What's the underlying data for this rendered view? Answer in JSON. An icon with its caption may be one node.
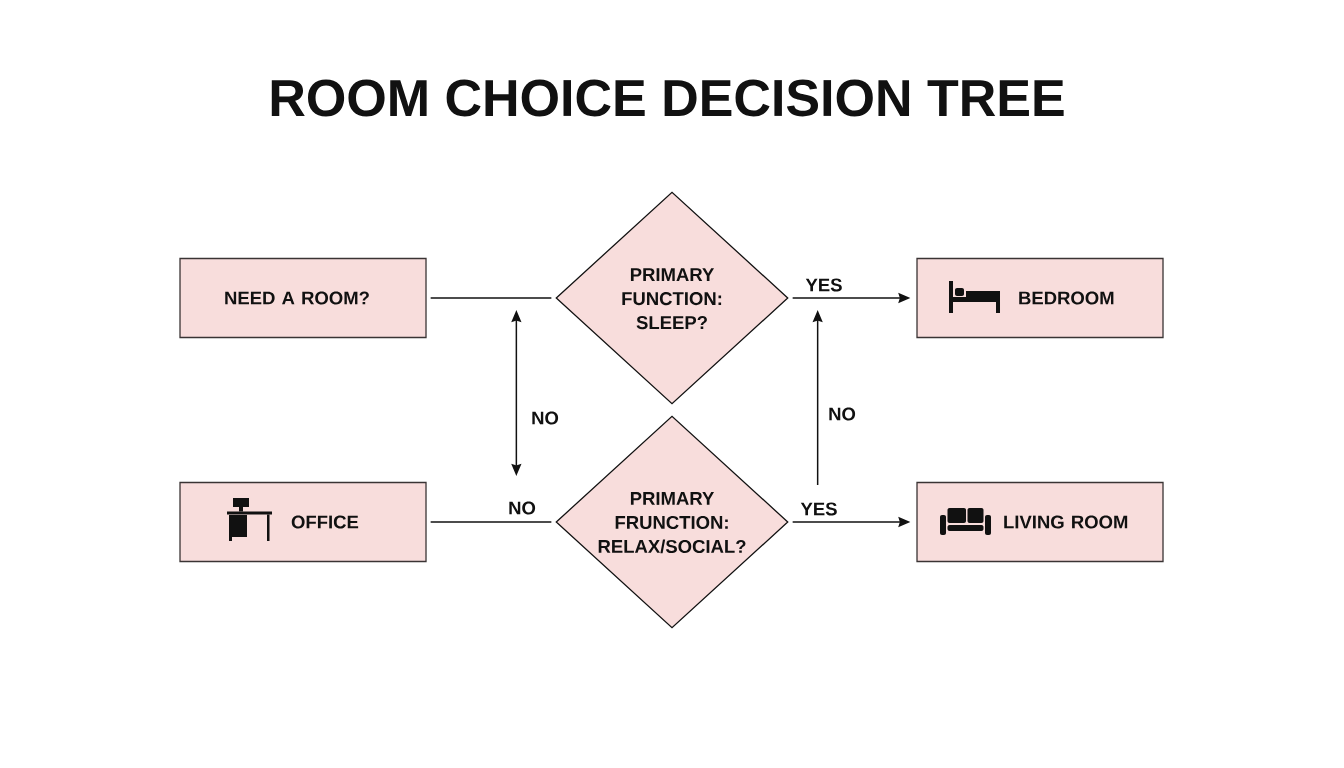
{
  "diagram": {
    "title": "ROOM CHOICE DECISION TREE",
    "nodes": [
      {
        "text": [
          "NEED A ROOM?"
        ]
      },
      {
        "text": [
          "PRIMARY FUNCTION: SLEEP?"
        ]
      },
      {
        "text": [
          "BEDROOM"
        ]
      },
      {
        "text": [
          "OFFICE"
        ]
      },
      {
        "text": [
          "PRIMARY FRUNCTION: RELAX/SOCIAL?"
        ]
      },
      {
        "text": [
          "LIVING ROOM"
        ]
      }
    ],
    "edges": [
      {
        "from": 0,
        "to": 1,
        "arrow": "none"
      },
      {
        "from": 1,
        "to": 2,
        "arrow": "to",
        "label": "YES"
      },
      {
        "from": 1,
        "to": 4,
        "arrow": "both",
        "label": "NO"
      },
      {
        "from": 4,
        "to": 1,
        "arrow": "to",
        "label": "NO"
      },
      {
        "from": 4,
        "to": 3,
        "arrow": "none",
        "label": "NO"
      },
      {
        "from": 4,
        "to": 5,
        "arrow": "to",
        "label": "YES"
      }
    ]
  }
}
